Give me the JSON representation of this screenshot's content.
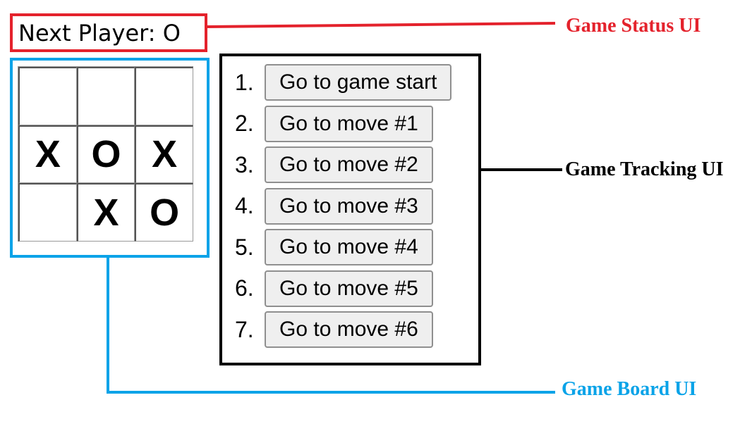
{
  "colors": {
    "status_accent": "#e4222c",
    "board_accent": "#0aa3e8",
    "tracking_accent": "#000000"
  },
  "status": {
    "text": "Next Player: O"
  },
  "board": {
    "squares": [
      "",
      "",
      "",
      "X",
      "O",
      "X",
      "",
      "X",
      "O"
    ]
  },
  "moves": [
    {
      "number": "1.",
      "label": "Go to game start"
    },
    {
      "number": "2.",
      "label": "Go to move #1"
    },
    {
      "number": "3.",
      "label": "Go to move #2"
    },
    {
      "number": "4.",
      "label": "Go to move #3"
    },
    {
      "number": "5.",
      "label": "Go to move #4"
    },
    {
      "number": "6.",
      "label": "Go to move #5"
    },
    {
      "number": "7.",
      "label": "Go to move #6"
    }
  ],
  "annotations": {
    "status_label": "Game Status UI",
    "tracking_label": "Game Tracking UI",
    "board_label": "Game Board UI"
  }
}
